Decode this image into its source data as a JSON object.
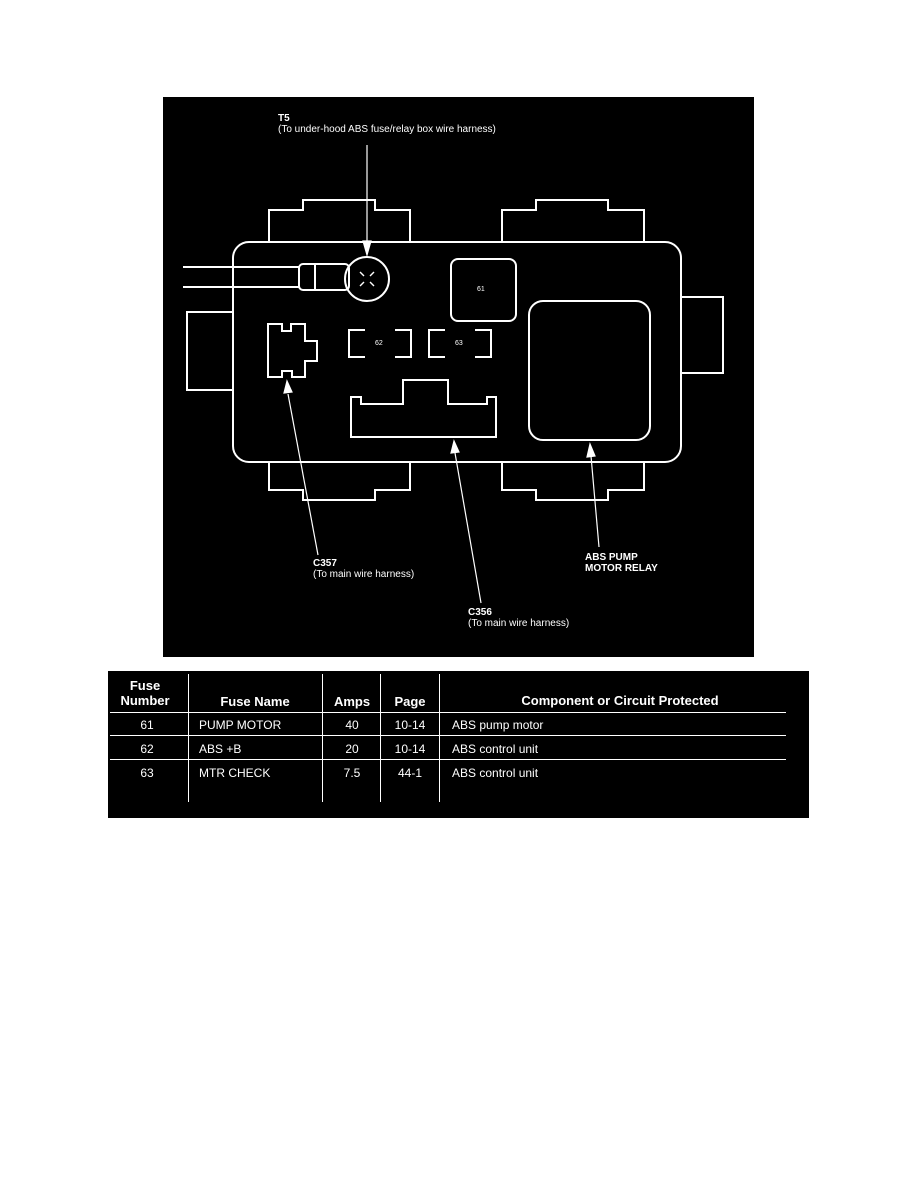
{
  "diagram": {
    "callouts": {
      "t5": {
        "code": "T5",
        "desc": "(To under-hood ABS fuse/relay box wire harness)"
      },
      "c357": {
        "code": "C357",
        "desc": "(To main wire harness)"
      },
      "c356": {
        "code": "C356",
        "desc": "(To main wire harness)"
      },
      "relay": {
        "line1": "ABS PUMP",
        "line2": "MOTOR RELAY"
      }
    },
    "fuse_labels": {
      "f61": "61",
      "f62": "62",
      "f63": "63"
    }
  },
  "table": {
    "headers": {
      "number_line1": "Fuse",
      "number_line2": "Number",
      "name": "Fuse Name",
      "amps": "Amps",
      "page": "Page",
      "component": "Component or Circuit Protected"
    },
    "rows": [
      {
        "number": "61",
        "name": "PUMP MOTOR",
        "amps": "40",
        "page": "10-14",
        "component": "ABS pump motor"
      },
      {
        "number": "62",
        "name": "ABS +B",
        "amps": "20",
        "page": "10-14",
        "component": "ABS control unit"
      },
      {
        "number": "63",
        "name": "MTR CHECK",
        "amps": "7.5",
        "page": "44-1",
        "component": "ABS control unit"
      }
    ]
  }
}
